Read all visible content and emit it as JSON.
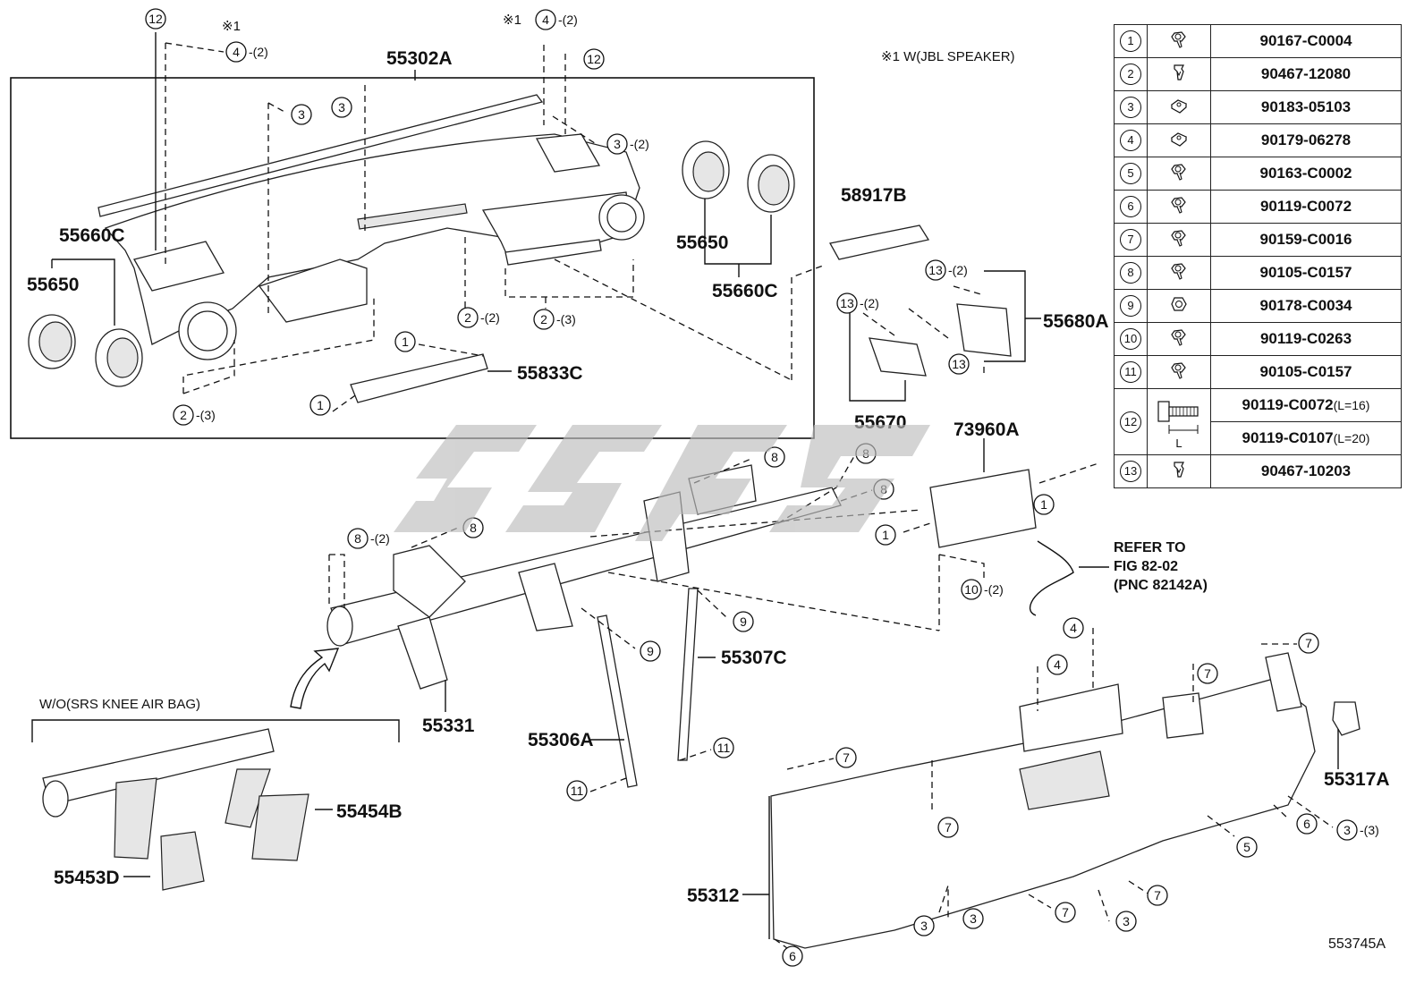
{
  "notes": {
    "jbl_note": "※1 W(JBL SPEAKER)",
    "wo_knee": "W/O(SRS KNEE AIR BAG)",
    "refer": [
      "REFER TO",
      "FIG 82-02",
      "(PNC 82142A)"
    ],
    "fig_id": "553745A",
    "mark_star1": "※1"
  },
  "part_numbers": {
    "p55302A": "55302A",
    "p55660C_left": "55660C",
    "p55650_left": "55650",
    "p55650_right": "55650",
    "p55660C_right": "55660C",
    "p58917B": "58917B",
    "p55833C": "55833C",
    "p55680A": "55680A",
    "p55670": "55670",
    "p73960A": "73960A",
    "p55307C": "55307C",
    "p55331": "55331",
    "p55306A": "55306A",
    "p55454B": "55454B",
    "p55453D": "55453D",
    "p55312": "55312",
    "p55317A": "55317A"
  },
  "qty": {
    "q2": "-(2)",
    "q3": "-(3)"
  },
  "legend": [
    {
      "index": "1",
      "icon": "bolt-icon",
      "part": "90167-C0004"
    },
    {
      "index": "2",
      "icon": "clip-icon",
      "part": "90467-12080"
    },
    {
      "index": "3",
      "icon": "nut-clip-icon",
      "part": "90183-05103"
    },
    {
      "index": "4",
      "icon": "nut-clip-icon",
      "part": "90179-06278"
    },
    {
      "index": "5",
      "icon": "bolt-icon",
      "part": "90163-C0002"
    },
    {
      "index": "6",
      "icon": "bolt-icon",
      "part": "90119-C0072"
    },
    {
      "index": "7",
      "icon": "bolt-icon",
      "part": "90159-C0016"
    },
    {
      "index": "8",
      "icon": "bolt-icon",
      "part": "90105-C0157"
    },
    {
      "index": "9",
      "icon": "nut-icon",
      "part": "90178-C0034"
    },
    {
      "index": "10",
      "icon": "bolt-icon",
      "part": "90119-C0263"
    },
    {
      "index": "11",
      "icon": "bolt-icon",
      "part": "90105-C0157"
    },
    {
      "index": "12",
      "icon": "long-bolt-icon",
      "parts": [
        {
          "part": "90119-C0072",
          "suffix": "(L=16)"
        },
        {
          "part": "90119-C0107",
          "suffix": "(L=20)"
        }
      ],
      "dim_label": "L"
    },
    {
      "index": "13",
      "icon": "clip-icon",
      "part": "90467-10203"
    }
  ]
}
